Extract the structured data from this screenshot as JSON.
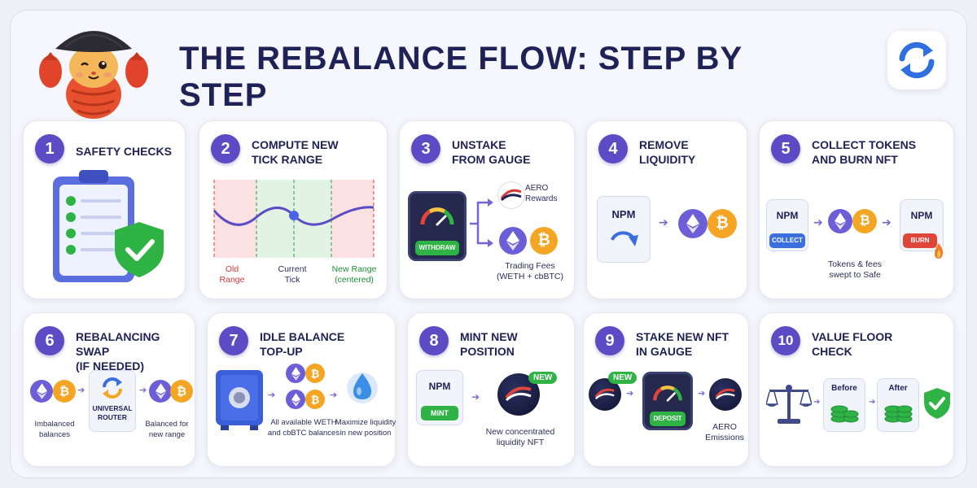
{
  "title": "THE REBALANCE FLOW: STEP BY STEP",
  "icons": {
    "mascot": "lobster-cat-mascot-icon",
    "header_right": "sync-icon",
    "eth": "ethereum-icon",
    "btc": "bitcoin-icon"
  },
  "colors": {
    "accent": "#5b4bc4",
    "title": "#1e2257",
    "green": "#2fb344",
    "red": "#d6393a",
    "btc": "#f5a524",
    "eth": "#6c5ed6"
  },
  "steps": [
    {
      "number": "1",
      "title": "SAFETY CHECKS"
    },
    {
      "number": "2",
      "title_line1": "COMPUTE NEW",
      "title_line2": "TICK RANGE",
      "old_range_l1": "Old",
      "old_range_l2": "Range",
      "current_l1": "Current",
      "current_l2": "Tick",
      "new_range_l1": "New Range",
      "new_range_l2": "(centered)"
    },
    {
      "number": "3",
      "title_line1": "UNSTAKE",
      "title_line2": "FROM GAUGE",
      "withdraw": "WITHDRAW",
      "rewards_l1": "AERO",
      "rewards_l2": "Rewards",
      "fees_l1": "Trading Fees",
      "fees_l2": "(WETH + cbBTC)"
    },
    {
      "number": "4",
      "title_line1": "REMOVE",
      "title_line2": "LIQUIDITY",
      "npm": "NPM"
    },
    {
      "number": "5",
      "title_line1": "COLLECT TOKENS",
      "title_line2": "AND BURN NFT",
      "npm_left": "NPM",
      "collect": "COLLECT",
      "npm_right": "NPM",
      "burn": "BURN",
      "note_l1": "Tokens & fees",
      "note_l2": "swept to Safe"
    },
    {
      "number": "6",
      "title_line1": "REBALANCING SWAP",
      "title_line2": "(IF NEEDED)",
      "router_l1": "UNIVERSAL",
      "router_l2": "ROUTER",
      "imbalanced_l1": "Imbalanced",
      "imbalanced_l2": "balances",
      "balanced_l1": "Balanced for",
      "balanced_l2": "new range"
    },
    {
      "number": "7",
      "title_line1": "IDLE BALANCE",
      "title_line2": "TOP-UP",
      "avail_l1": "All available WETH",
      "avail_l2": "and cbBTC balances",
      "max_l1": "Maximize liquidity",
      "max_l2": "in new position"
    },
    {
      "number": "8",
      "title_line1": "MINT NEW",
      "title_line2": "POSITION",
      "npm": "NPM",
      "mint": "MINT",
      "new_badge": "NEW",
      "nft_l1": "New concentrated",
      "nft_l2": "liquidity NFT"
    },
    {
      "number": "9",
      "title_line1": "STAKE NEW NFT",
      "title_line2": "IN GAUGE",
      "new_badge": "NEW",
      "deposit": "DEPOSIT",
      "emissions_l1": "AERO",
      "emissions_l2": "Emissions"
    },
    {
      "number": "10",
      "title_line1": "VALUE FLOOR",
      "title_line2": "CHECK",
      "before": "Before",
      "after": "After"
    }
  ]
}
